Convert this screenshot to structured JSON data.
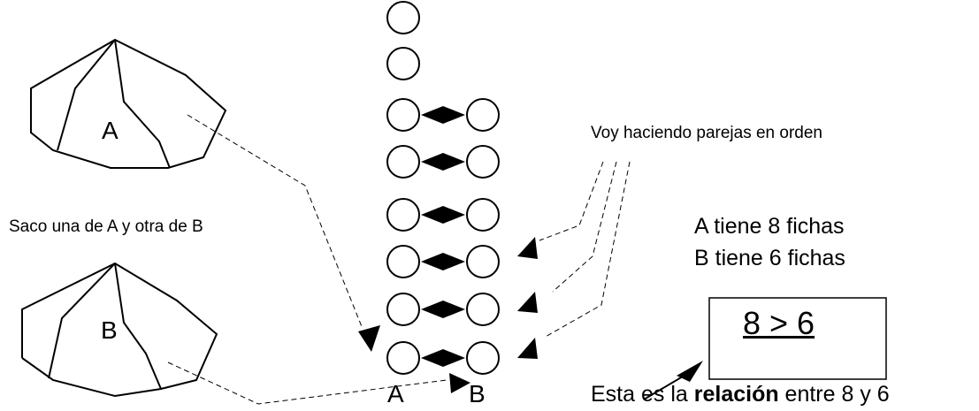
{
  "bag_a": {
    "label": "A"
  },
  "bag_b": {
    "label": "B"
  },
  "columns": {
    "a": "A",
    "b": "B"
  },
  "steps": {
    "take": "Saco una de A y otra de B",
    "pair": "Voy haciendo parejas en orden"
  },
  "counts": {
    "a": "A tiene 8 fichas",
    "b": "B tiene 6 fichas"
  },
  "relation": "8 > 6",
  "caption": {
    "before": "Esta es la ",
    "bold": "relación",
    "after": " entre 8 y 6"
  },
  "tokens": {
    "a_count": 8,
    "b_count": 6
  }
}
